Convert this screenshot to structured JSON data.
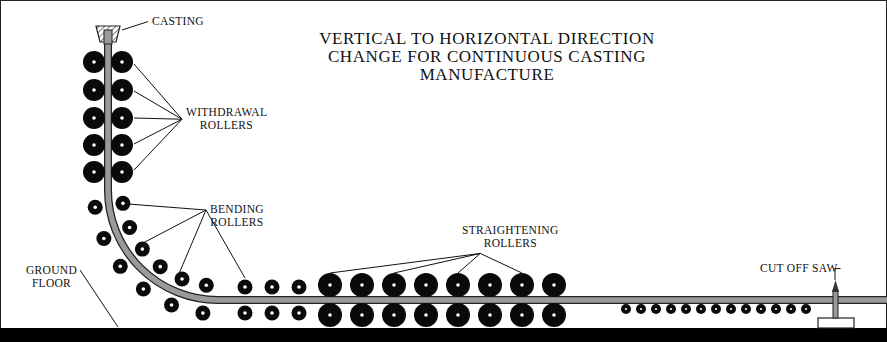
{
  "diagram": {
    "title": "VERTICAL TO HORIZONTAL DIRECTION CHANGE FOR CONTINUOUS CASTING MANUFACTURE",
    "labels": [
      "CASTING",
      "WITHDRAWAL ROLLERS",
      "BENDING ROLLERS",
      "STRAIGHTENING ROLLERS",
      "CUT OFF SAW",
      "GROUND FLOOR"
    ]
  }
}
